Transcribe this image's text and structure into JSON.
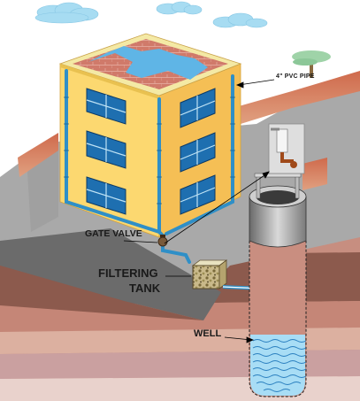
{
  "labels": {
    "pvc_pipe": "4\" PVC PIPE",
    "gate_valve": "GATE VALVE",
    "filtering": "FILTERING",
    "tank": "TANK",
    "well": "WELL"
  },
  "colors": {
    "sky_cloud": "#9fd9f2",
    "building_front": "#fcd870",
    "building_side": "#f5bf55",
    "roof_water": "#5fb5e6",
    "pipe": "#2f8fc7",
    "ground_top": "#a8a8a8",
    "soil_brown": "#8a5b4a",
    "well_water": "#a8ddf5",
    "boundary_wall": "#b9503a"
  },
  "icons": [
    "cloud-icon",
    "tree-icon",
    "tap-icon",
    "water-wave-icon"
  ]
}
